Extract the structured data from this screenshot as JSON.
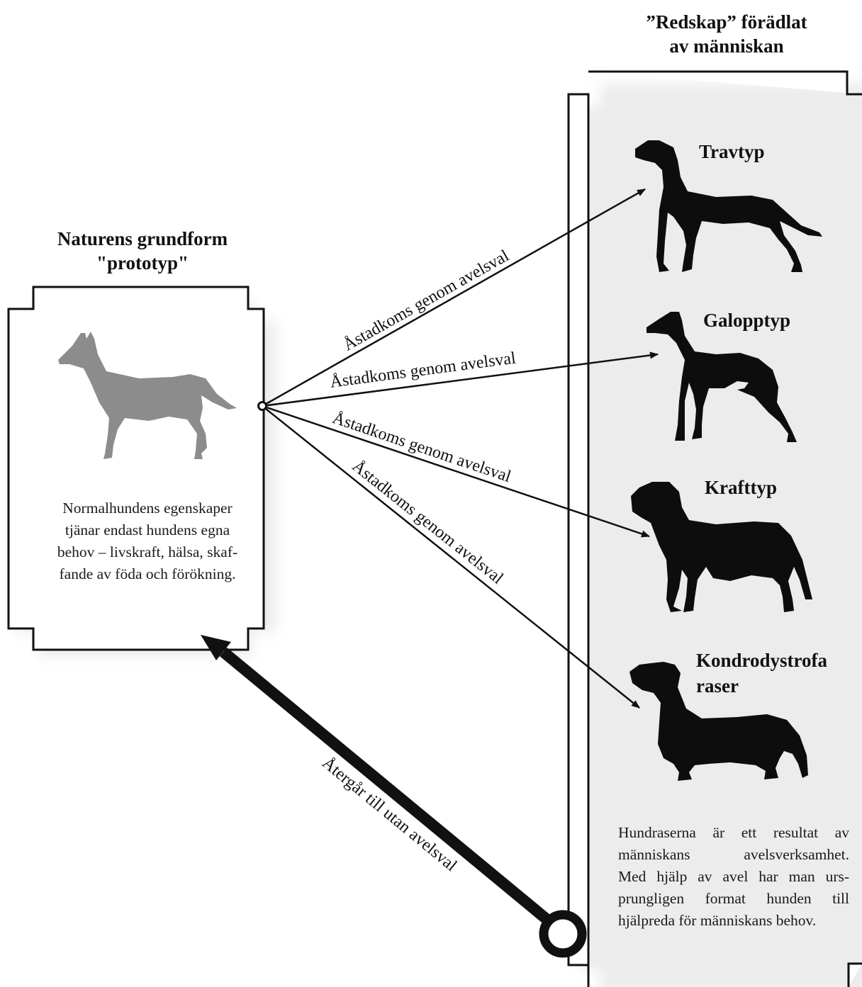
{
  "left_panel": {
    "title_line1": "Naturens grundform",
    "title_line2": "\"prototyp\"",
    "description": [
      "Normalhundens egenskaper",
      "tjänar endast hundens egna",
      "behov – livskraft, hälsa, skaf-",
      "fande av föda och förökning."
    ]
  },
  "right_panel": {
    "title_line1": "”Redskap” förädlat",
    "title_line2": "av människan",
    "dogs": [
      {
        "label_lines": [
          "Travtyp"
        ]
      },
      {
        "label_lines": [
          "Galopptyp"
        ]
      },
      {
        "label_lines": [
          "Krafttyp"
        ]
      },
      {
        "label_lines": [
          "Kondrodystrofa",
          "raser"
        ]
      }
    ],
    "description": [
      "Hundraserna är ett resultat av",
      "människans avelsverksamhet.",
      "Med hjälp av avel har man urs-",
      "prungligen format hunden till",
      "hjälpreda för människans behov."
    ]
  },
  "arrows": {
    "forward_label": "Åstadkoms genom avelsval",
    "return_label": "Återgår till utan avelsval"
  },
  "colors": {
    "prototype_dog": "#8c8c8c",
    "bred_dogs": "#0d0d0d",
    "frame": "#111111"
  }
}
